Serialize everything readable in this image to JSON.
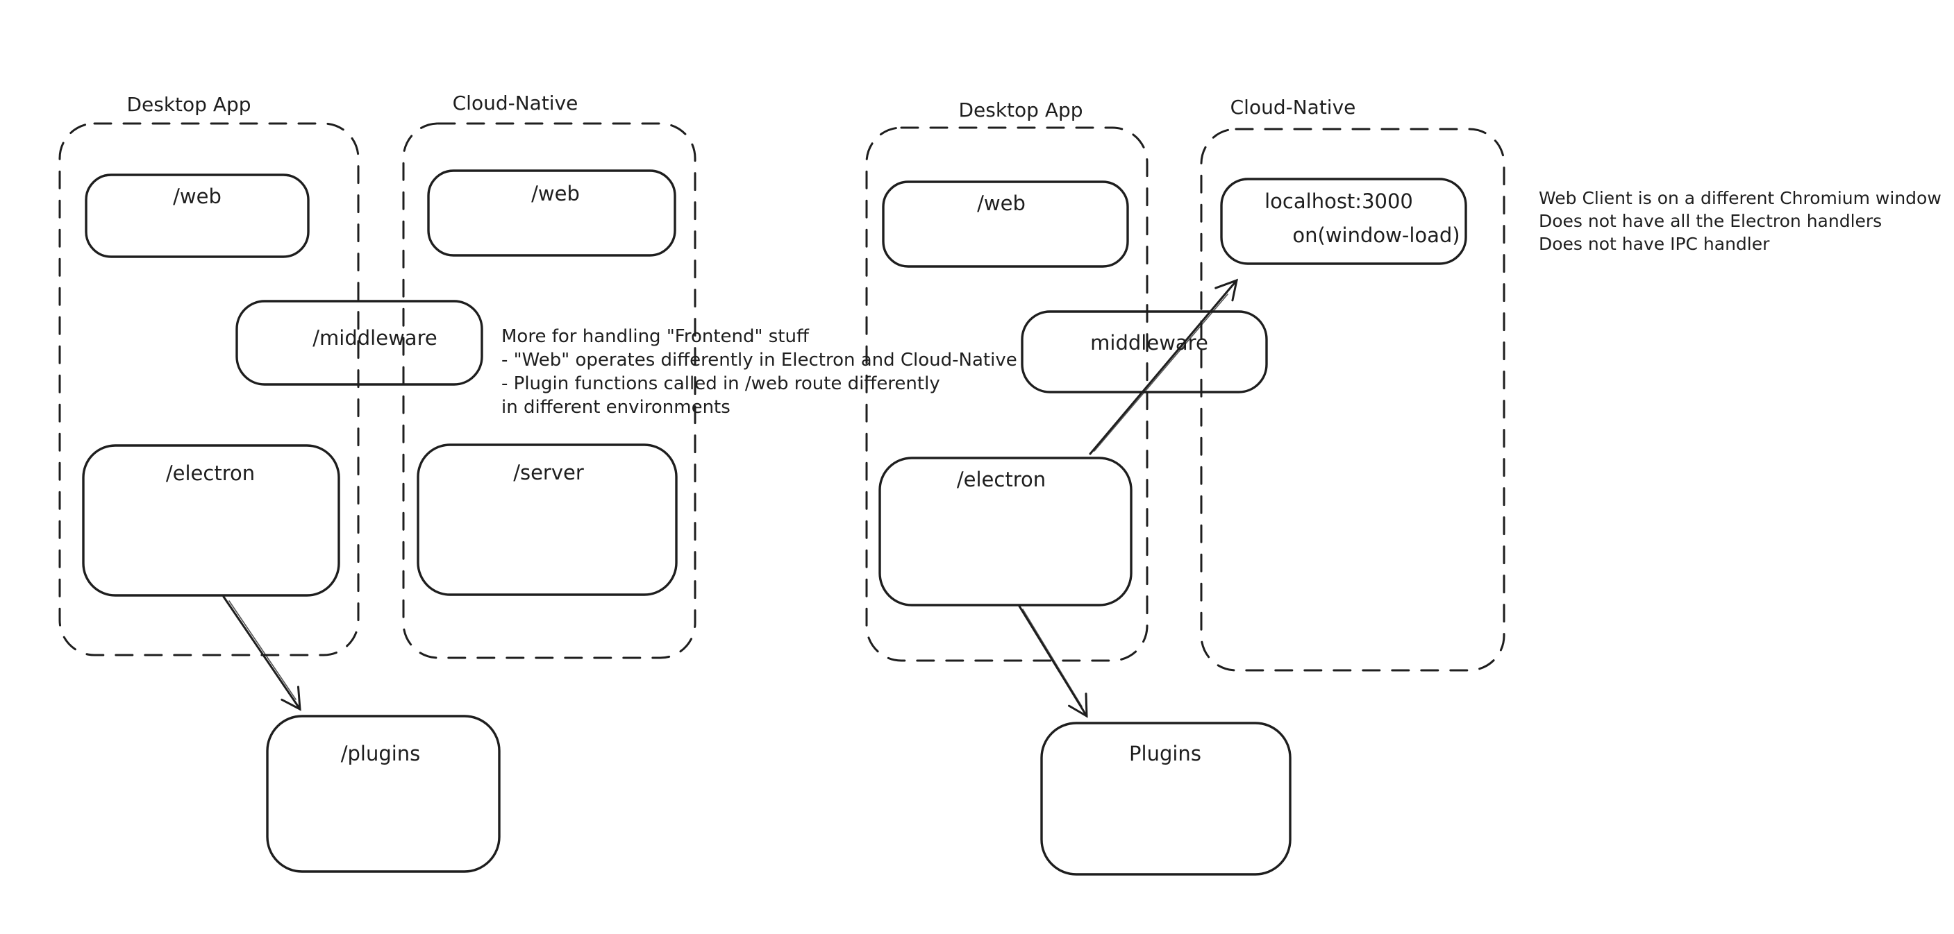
{
  "canvas": {
    "background": "#ffffff",
    "ink_color": "#1e1e1e",
    "green_color": "#3f9b47",
    "red_color": "#cf4437"
  },
  "left_diagram": {
    "desktop_group_label": "Desktop App",
    "cloud_group_label": "Cloud-Native",
    "nodes": {
      "web_desktop": "/web",
      "web_cloud": "/web",
      "middleware": "/middleware",
      "electron": "/electron",
      "server": "/server",
      "plugins": "/plugins"
    }
  },
  "right_diagram": {
    "desktop_group_label": "Desktop App",
    "cloud_group_label": "Cloud-Native",
    "nodes": {
      "web": "/web",
      "localhost": "localhost:3000",
      "window_load": "on(window-load)",
      "middleware": "middleware",
      "electron": "/electron",
      "plugins": "Plugins"
    }
  },
  "annotations": {
    "frontend_note": {
      "color": "#3f9b47",
      "lines": [
        "More for handling \"Frontend\" stuff",
        "- \"Web\" operates differently in Electron and Cloud-Native",
        "- Plugin functions called in /web route differently",
        "in different environments"
      ]
    },
    "web_client_note": {
      "color": "#cf4437",
      "lines": [
        "Web Client is on a different Chromium window",
        "Does not have all the Electron handlers",
        "Does not have IPC handler"
      ]
    }
  }
}
